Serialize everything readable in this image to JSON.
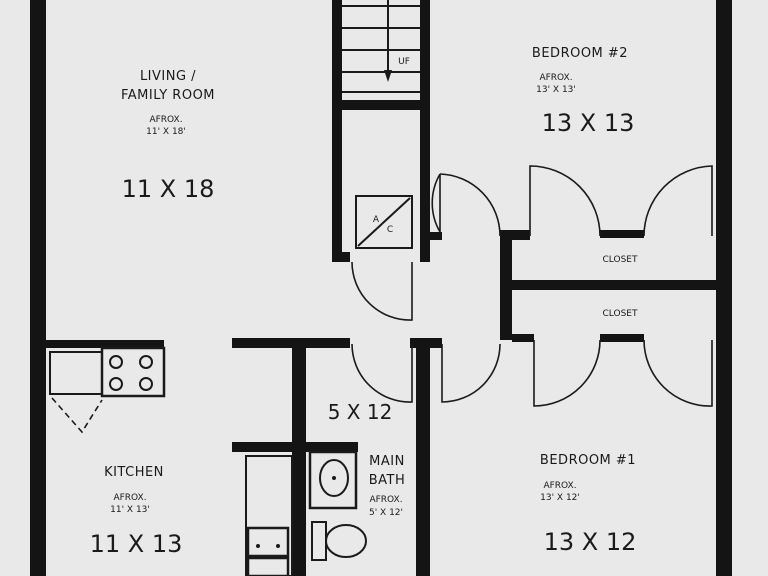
{
  "rooms": {
    "living": {
      "name_line1": "LIVING /",
      "name_line2": "FAMILY ROOM",
      "approx_label": "AFROX.",
      "approx_dims": "11' X 18'",
      "dims": "11 X 18"
    },
    "bedroom2": {
      "name": "BEDROOM #2",
      "approx_label": "AFROX.",
      "approx_dims": "13' X 13'",
      "dims": "13 X 13"
    },
    "bedroom1": {
      "name": "BEDROOM #1",
      "approx_label": "AFROX.",
      "approx_dims": "13' X 12'",
      "dims": "13 X 12"
    },
    "kitchen": {
      "name": "KITCHEN",
      "approx_label": "AFROX.",
      "approx_dims": "11' X 13'",
      "dims": "11 X 13"
    },
    "bath": {
      "name_line1": "MAIN",
      "name_line2": "BATH",
      "approx_label": "AFROX.",
      "approx_dims": "5' X 12'",
      "dims": "5 X 12"
    }
  },
  "labels": {
    "closet_upper": "CLOSET",
    "closet_lower": "CLOSET",
    "stairs": "UF",
    "ac_a": "A",
    "ac_c": "C"
  }
}
